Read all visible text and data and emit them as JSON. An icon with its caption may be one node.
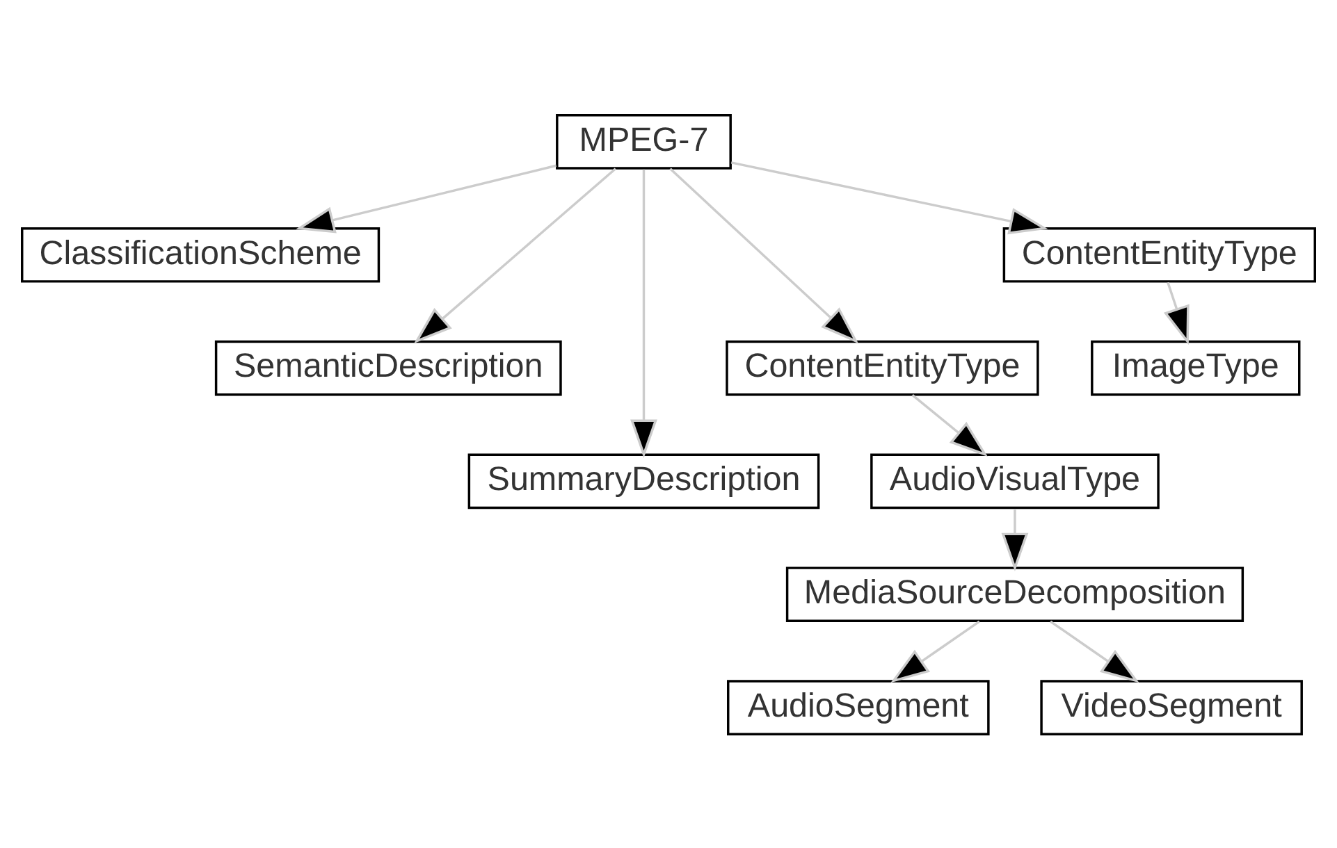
{
  "diagram": {
    "nodes": [
      {
        "text": [
          "MPEG-7"
        ]
      },
      {
        "text": [
          "ClassificationScheme"
        ]
      },
      {
        "text": [
          "SemanticDescription"
        ]
      },
      {
        "text": [
          "SummaryDescription"
        ]
      },
      {
        "text": [
          "ContentEntityType"
        ]
      },
      {
        "text": [
          "AudioVisualType"
        ]
      },
      {
        "text": [
          "MediaSourceDecomposition"
        ]
      },
      {
        "text": [
          "AudioSegment"
        ]
      },
      {
        "text": [
          "VideoSegment"
        ]
      },
      {
        "text": [
          "ContentEntityType"
        ]
      },
      {
        "text": [
          "ImageType"
        ]
      }
    ],
    "edges": [
      {
        "from": 0,
        "to": 1,
        "arrow": "to"
      },
      {
        "from": 0,
        "to": 2,
        "arrow": "to"
      },
      {
        "from": 0,
        "to": 3,
        "arrow": "to"
      },
      {
        "from": 0,
        "to": 4,
        "arrow": "to"
      },
      {
        "from": 0,
        "to": 9,
        "arrow": "to"
      },
      {
        "from": 4,
        "to": 5,
        "arrow": "to"
      },
      {
        "from": 5,
        "to": 6,
        "arrow": "to"
      },
      {
        "from": 6,
        "to": 7,
        "arrow": "to"
      },
      {
        "from": 6,
        "to": 8,
        "arrow": "to"
      },
      {
        "from": 9,
        "to": 10,
        "arrow": "to"
      }
    ]
  }
}
